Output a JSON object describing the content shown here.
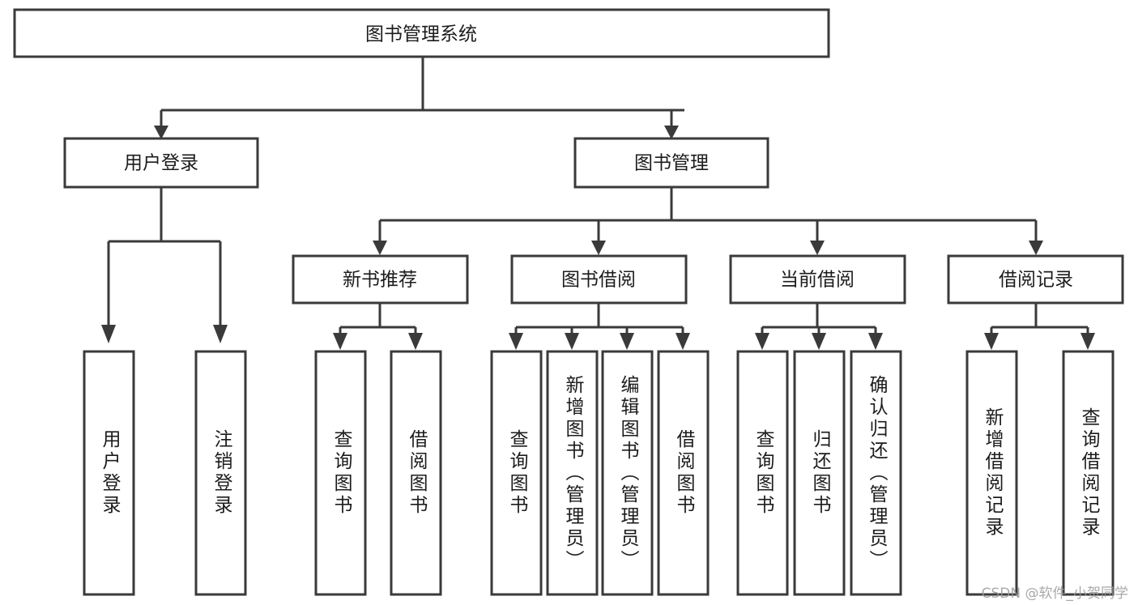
{
  "diagram": {
    "type": "hierarchy-tree",
    "title": "图书管理系统",
    "watermark": "CSDN @软件_小贺同学",
    "colors": {
      "background": "#ffffff",
      "box_stroke": "#3a3a3a",
      "box_fill": "#ffffff",
      "text": "#1c1c1c",
      "watermark": "#9a9a9a"
    },
    "levels": {
      "root": {
        "label": "图书管理系统"
      },
      "level2": [
        {
          "label": "用户登录"
        },
        {
          "label": "图书管理"
        }
      ],
      "level3": [
        {
          "label": "新书推荐"
        },
        {
          "label": "图书借阅"
        },
        {
          "label": "当前借阅"
        },
        {
          "label": "借阅记录"
        }
      ],
      "leaves": [
        {
          "label": "用户登录",
          "parent": "用户登录"
        },
        {
          "label": "注销登录",
          "parent": "用户登录"
        },
        {
          "label": "查询图书",
          "parent": "新书推荐"
        },
        {
          "label": "借阅图书",
          "parent": "新书推荐"
        },
        {
          "label": "查询图书",
          "parent": "图书借阅"
        },
        {
          "label": "新增图书（管理员）",
          "parent": "图书借阅"
        },
        {
          "label": "编辑图书（管理员）",
          "parent": "图书借阅"
        },
        {
          "label": "借阅图书",
          "parent": "图书借阅"
        },
        {
          "label": "查询图书",
          "parent": "当前借阅"
        },
        {
          "label": "归还图书",
          "parent": "当前借阅"
        },
        {
          "label": "确认归还（管理员）",
          "parent": "当前借阅"
        },
        {
          "label": "新增借阅记录",
          "parent": "借阅记录"
        },
        {
          "label": "查询借阅记录",
          "parent": "借阅记录"
        }
      ]
    }
  }
}
